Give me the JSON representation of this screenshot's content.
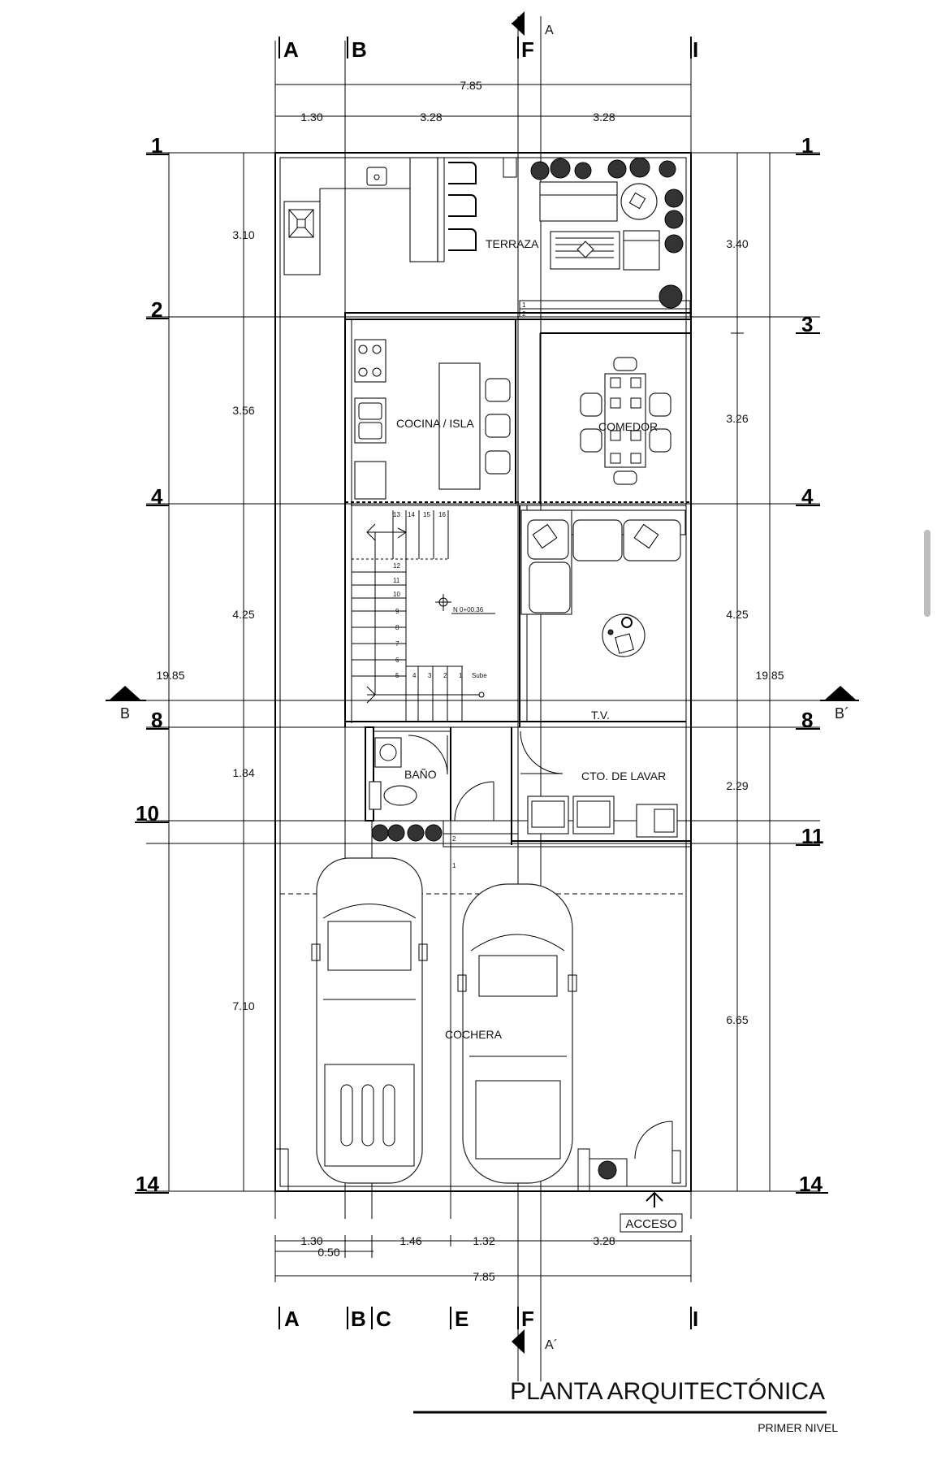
{
  "axes_top": [
    "A",
    "B",
    "F",
    "I"
  ],
  "axes_bottom": [
    "A",
    "B",
    "C",
    "E",
    "F",
    "I"
  ],
  "axes_left": [
    "1",
    "2",
    "4",
    "8",
    "10",
    "14"
  ],
  "axes_right": [
    "1",
    "3",
    "4",
    "8",
    "11",
    "14"
  ],
  "dims": {
    "top_total": "7.85",
    "top_a": "1.30",
    "top_b": "3.28",
    "top_c": "3.28",
    "bottom_a": "1.30",
    "bottom_b": "0.50",
    "bottom_c": "1.46",
    "bottom_d": "1.32",
    "bottom_e": "3.28",
    "bottom_total": "7.85",
    "left": [
      "3.10",
      "3.56",
      "4.25",
      "1.84",
      "7.10"
    ],
    "left_total": "19.85",
    "right": [
      "3.40",
      "3.26",
      "4.25",
      "2.29",
      "6.65"
    ],
    "right_total": "19.85"
  },
  "rooms": {
    "terraza": "TERRAZA",
    "cocina": "COCINA / ISLA",
    "comedor": "COMEDOR",
    "bano": "BAÑO",
    "lavar": "CTO. DE LAVAR",
    "cochera": "COCHERA",
    "tv": "T.V."
  },
  "stairs": {
    "upper": [
      "13",
      "14",
      "15",
      "16"
    ],
    "middle": [
      "12",
      "11",
      "10",
      "9",
      "8",
      "7",
      "6"
    ],
    "lower": [
      "5",
      "4",
      "3",
      "2",
      "1"
    ],
    "sube": "Sube",
    "level": "N  0+00.36"
  },
  "steps_small": [
    "1",
    "2"
  ],
  "sections": {
    "a_top": "A",
    "a_bottom": "A´",
    "b_left": "B",
    "b_right": "B´"
  },
  "access": "ACCESO",
  "title": "PLANTA ARQUITECTÓNICA",
  "subtitle": "PRIMER NIVEL"
}
